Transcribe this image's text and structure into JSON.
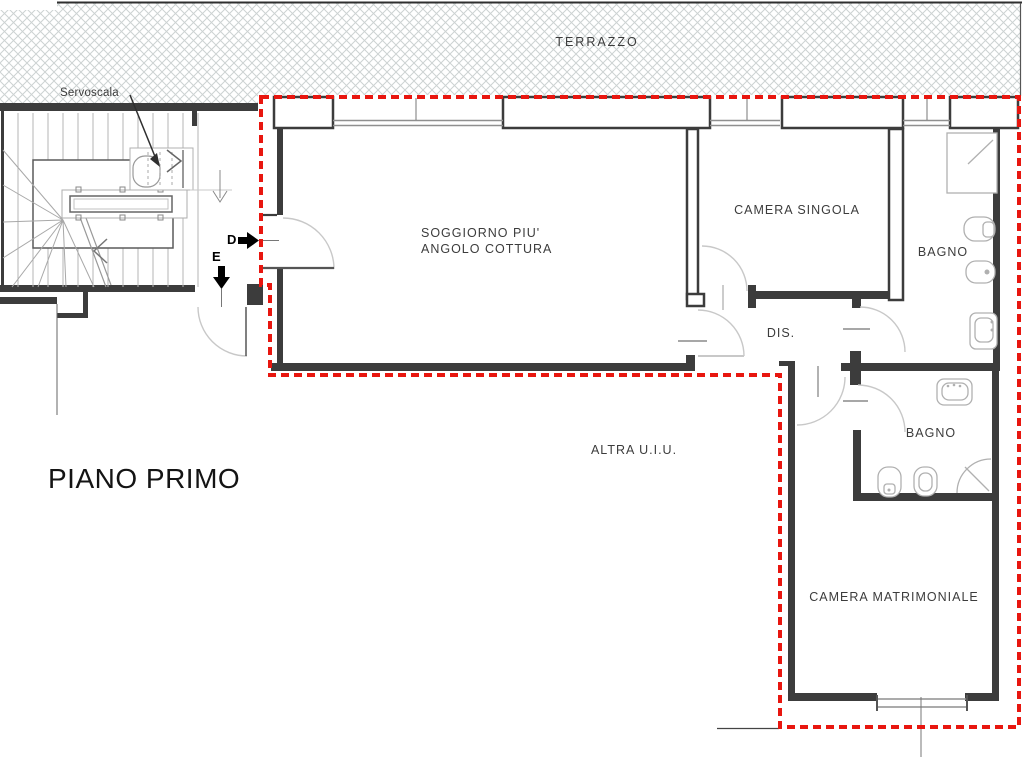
{
  "plan": {
    "floor_title": "PIANO PRIMO",
    "outdoor": {
      "terrace_label": "TERRAZZO"
    },
    "stair": {
      "stairlift_label": "Servoscala"
    },
    "rooms": {
      "living": {
        "line1": "SOGGIORNO PIU'",
        "line2": "ANGOLO COTTURA"
      },
      "single_bedroom": {
        "label": "CAMERA SINGOLA"
      },
      "bathroom_top": {
        "label": "BAGNO"
      },
      "hallway": {
        "label": "DIS."
      },
      "bathroom_bottom": {
        "label": "BAGNO"
      },
      "double_bedroom": {
        "label": "CAMERA MATRIMONIALE"
      },
      "other_unit": {
        "label": "ALTRA U.I.U."
      }
    },
    "section_markers": {
      "d": "D",
      "e": "E"
    },
    "colors": {
      "unit_boundary_red": "#e8160f",
      "wall_dark": "#3c3c3c",
      "thin_line_gray": "#9a9a9a",
      "door_arc_gray": "#c8c8c8",
      "hatch_gray": "#ccd2d2"
    }
  }
}
